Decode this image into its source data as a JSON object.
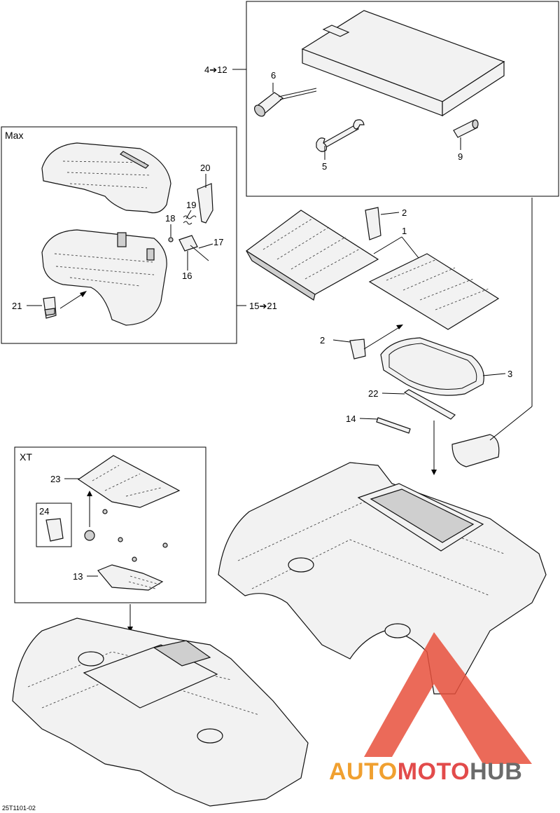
{
  "diagram": {
    "section_labels": {
      "max": "Max",
      "xt": "XT"
    },
    "callouts": {
      "c6": "6",
      "c5": "5",
      "c9": "9",
      "c4to12": "4➔12",
      "c20": "20",
      "c19": "19",
      "c18": "18",
      "c17": "17",
      "c16": "16",
      "c21": "21",
      "c15to21": "15➔21",
      "c2a": "2",
      "c1": "1",
      "c2b": "2",
      "c3": "3",
      "c22": "22",
      "c14": "14",
      "c23": "23",
      "c24": "24",
      "c13": "13"
    },
    "reference_code": "25T1101-02"
  },
  "watermark": {
    "part_auto": "AUTO",
    "part_moto": "MOTO",
    "part_hub": "HUB",
    "colors": {
      "auto": "#f0a030",
      "moto": "#e24b4b",
      "hub": "#6b6b6b",
      "triangle": "#e8503c"
    }
  }
}
